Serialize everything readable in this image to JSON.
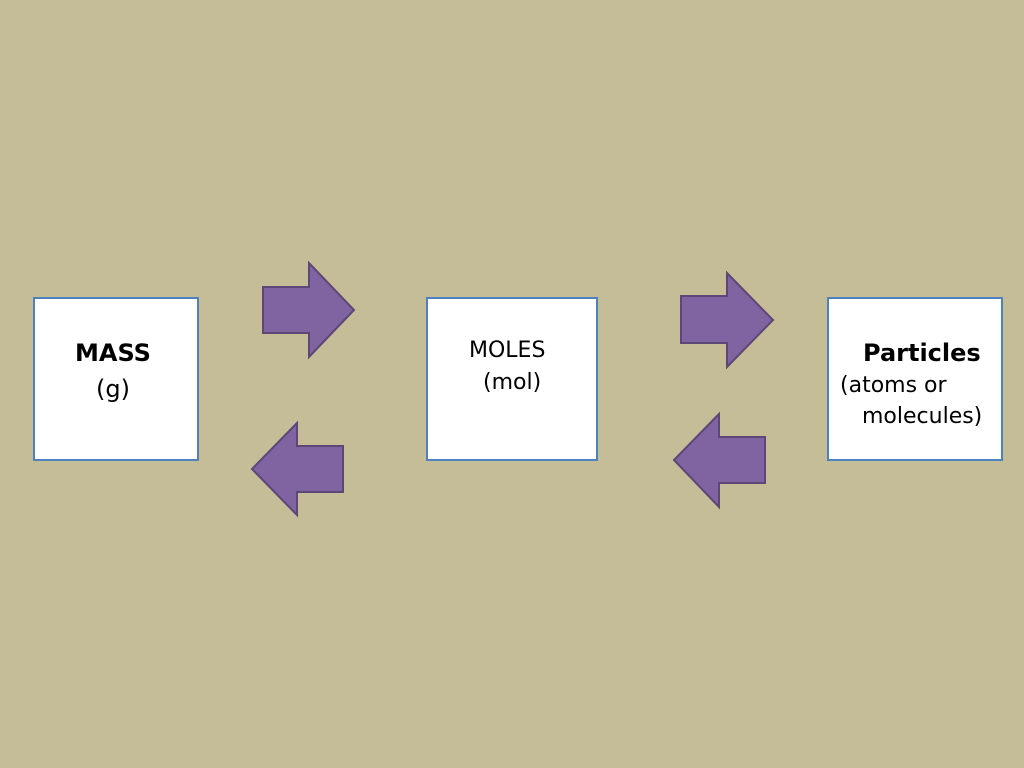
{
  "colors": {
    "background": "#c4bd97",
    "box_fill": "#ffffff",
    "box_border": "#4f81bd",
    "arrow_fill": "#8064a2",
    "arrow_stroke": "#5c4776",
    "text": "#000000"
  },
  "nodes": [
    {
      "id": "mass",
      "title": "MASS",
      "unit": "(g)"
    },
    {
      "id": "moles",
      "title": "MOLES",
      "unit": "(mol)"
    },
    {
      "id": "particles",
      "title": "Particles",
      "unit_line1": "(atoms or",
      "unit_line2": "molecules)"
    }
  ],
  "arrows": [
    {
      "from": "mass",
      "to": "moles",
      "direction": "right"
    },
    {
      "from": "moles",
      "to": "mass",
      "direction": "left"
    },
    {
      "from": "moles",
      "to": "particles",
      "direction": "right"
    },
    {
      "from": "particles",
      "to": "moles",
      "direction": "left"
    }
  ]
}
